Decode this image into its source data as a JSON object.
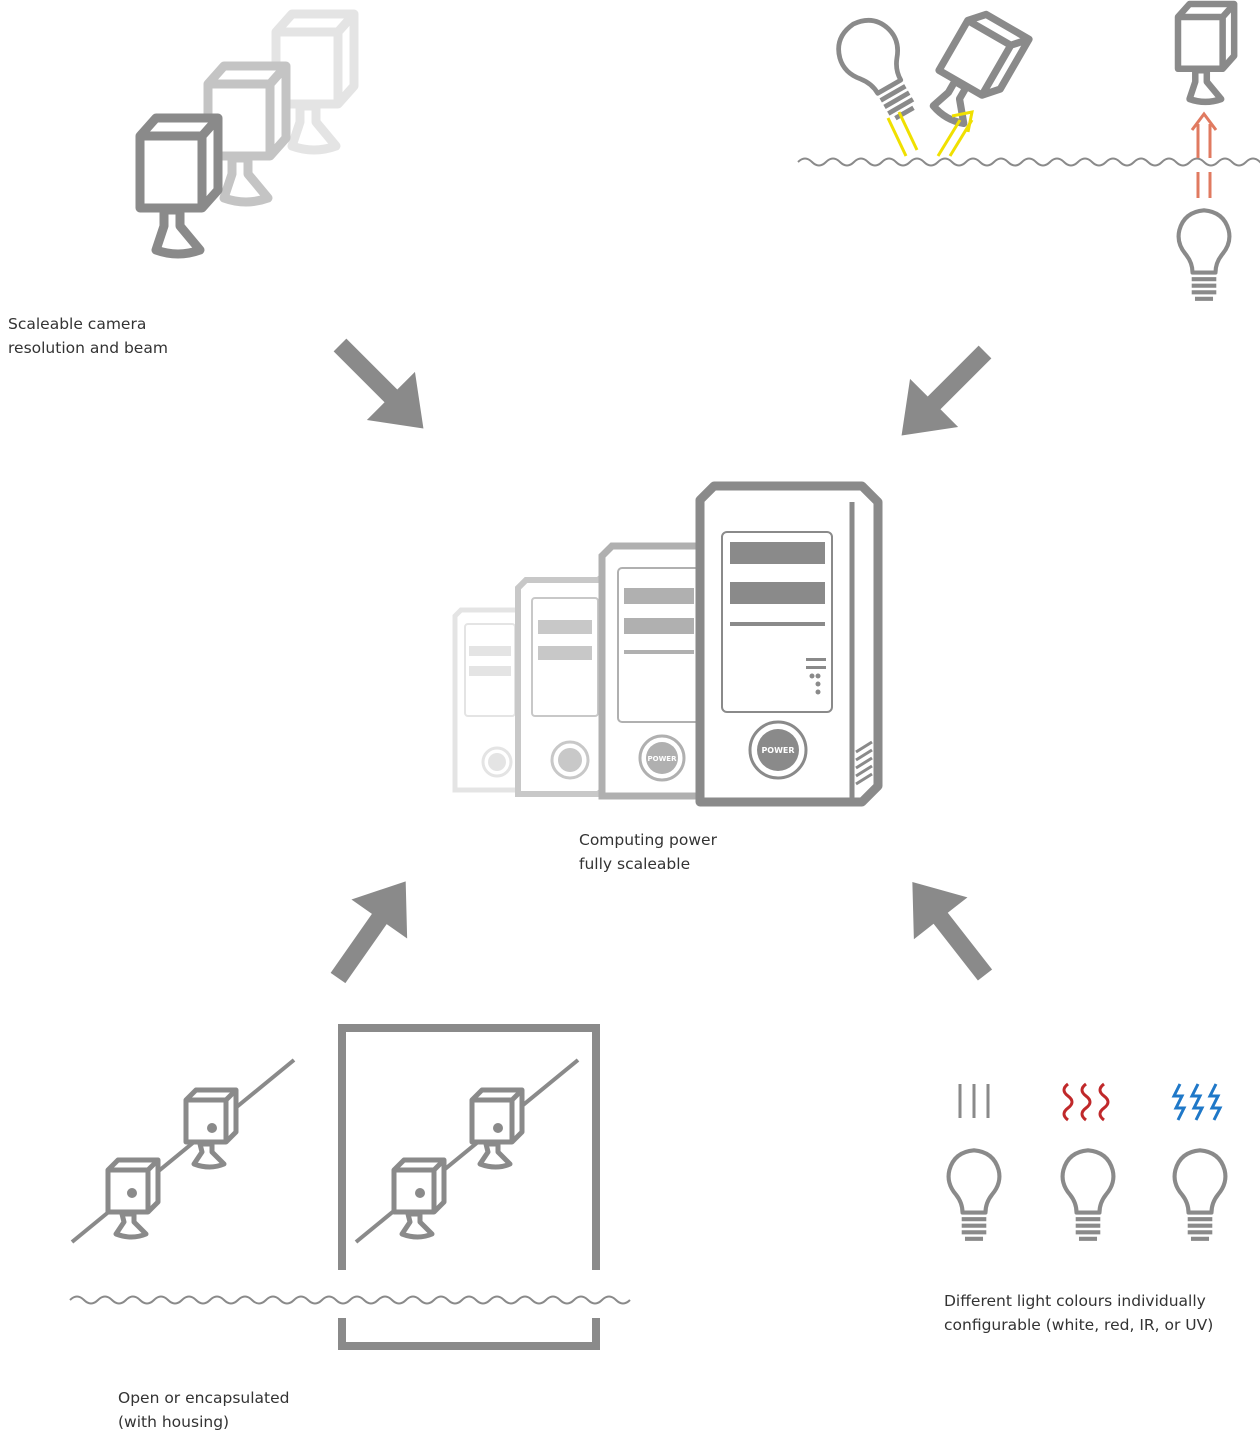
{
  "captions": {
    "camera_scaling": {
      "line1": "Scaleable camera",
      "line2": "resolution and beam"
    },
    "computing": {
      "line1": "Computing power",
      "line2": "fully scaleable"
    },
    "housing": {
      "line1": "Open or encapsulated",
      "line2": "(with housing)"
    },
    "lights": {
      "line1": "Different light colours individually",
      "line2": "configurable (white, red, IR, or UV)"
    }
  },
  "power_label": "POWER",
  "colors": {
    "main_gray": "#8a8a8a",
    "light_gray": "#c4c4c4",
    "lighter_gray": "#e4e4e4",
    "yellow_beam": "#f0e000",
    "red_beam": "#e07a60",
    "heat_red": "#c0282a",
    "uv_blue": "#1f78c8"
  },
  "icons": [
    "camera-icon",
    "light-bulb-icon",
    "computer-tower-icon",
    "arrow-icon",
    "housing-box-icon",
    "conveyor-line-icon"
  ]
}
